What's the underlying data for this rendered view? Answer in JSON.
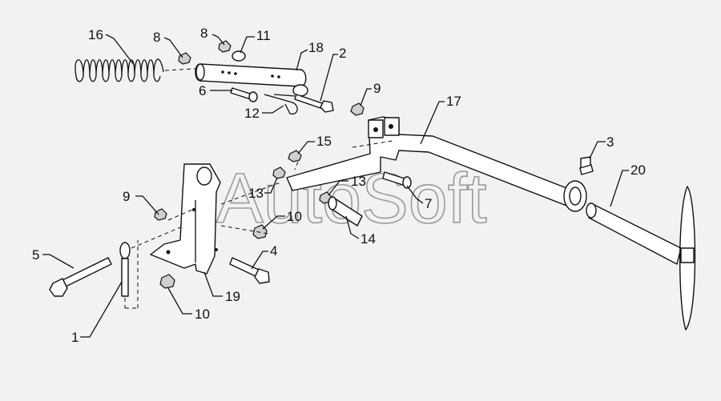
{
  "watermark": "AutoSoft",
  "callouts": [
    {
      "id": "16",
      "text": "16"
    },
    {
      "id": "8a",
      "text": "8"
    },
    {
      "id": "8b",
      "text": "8"
    },
    {
      "id": "11",
      "text": "11"
    },
    {
      "id": "18",
      "text": "18"
    },
    {
      "id": "2",
      "text": "2"
    },
    {
      "id": "6",
      "text": "6"
    },
    {
      "id": "12",
      "text": "12"
    },
    {
      "id": "9a",
      "text": "9"
    },
    {
      "id": "17",
      "text": "17"
    },
    {
      "id": "15",
      "text": "15"
    },
    {
      "id": "3",
      "text": "3"
    },
    {
      "id": "20",
      "text": "20"
    },
    {
      "id": "13a",
      "text": "13"
    },
    {
      "id": "13b",
      "text": "13"
    },
    {
      "id": "7",
      "text": "7"
    },
    {
      "id": "9b",
      "text": "9"
    },
    {
      "id": "10a",
      "text": "10"
    },
    {
      "id": "14",
      "text": "14"
    },
    {
      "id": "5",
      "text": "5"
    },
    {
      "id": "4",
      "text": "4"
    },
    {
      "id": "19",
      "text": "19"
    },
    {
      "id": "10b",
      "text": "10"
    },
    {
      "id": "1",
      "text": "1"
    }
  ]
}
